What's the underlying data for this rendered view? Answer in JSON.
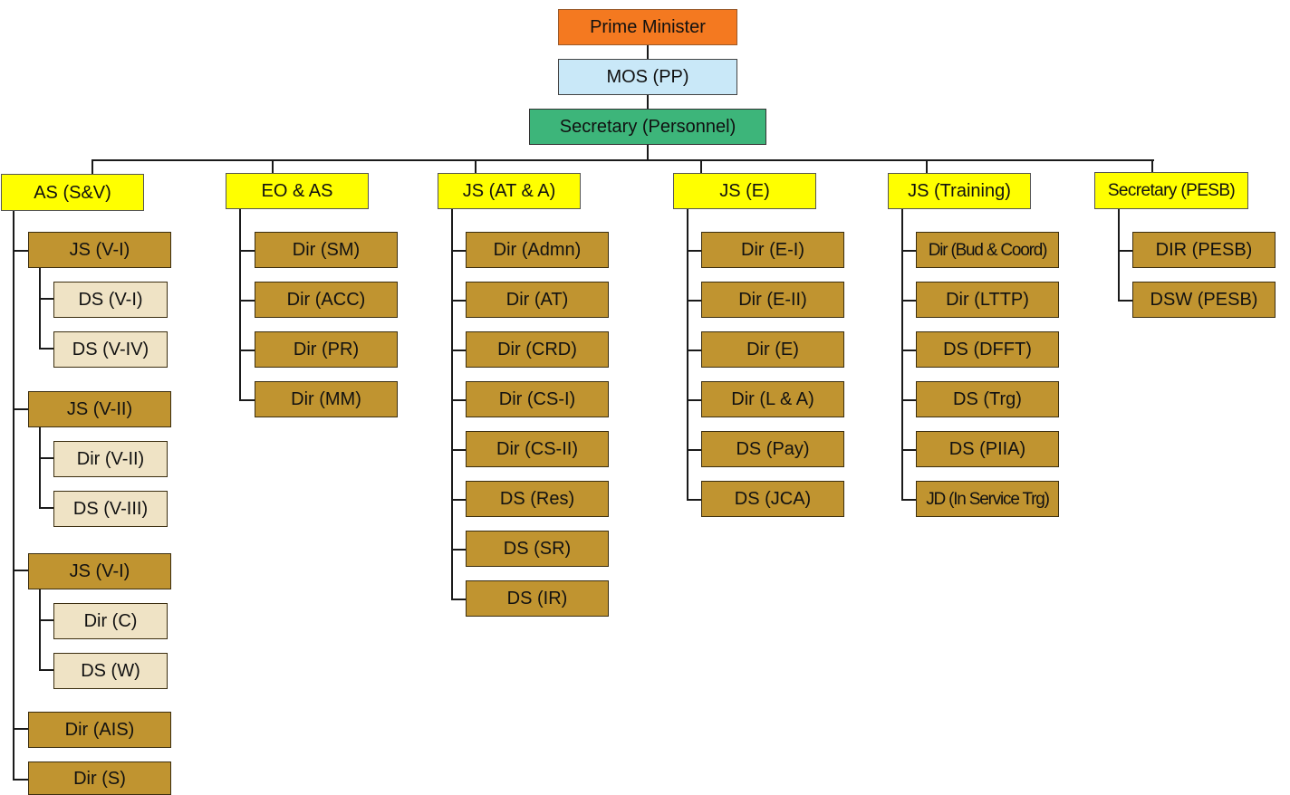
{
  "org": {
    "pm": "Prime Minister",
    "mos": "MOS (PP)",
    "secretary": "Secretary (Personnel)",
    "divisions": [
      {
        "head": "AS (S&V)",
        "units": [
          {
            "label": "JS (V-I)",
            "subs": [
              "DS (V-I)",
              "DS (V-IV)"
            ]
          },
          {
            "label": "JS (V-II)",
            "subs": [
              "Dir (V-II)",
              "DS (V-III)"
            ]
          },
          {
            "label": "JS (V-I)",
            "subs": [
              "Dir (C)",
              "DS (W)"
            ]
          },
          {
            "label": "Dir (AIS)",
            "subs": []
          },
          {
            "label": "Dir (S)",
            "subs": []
          }
        ]
      },
      {
        "head": "EO & AS",
        "units": [
          {
            "label": "Dir (SM)",
            "subs": []
          },
          {
            "label": "Dir (ACC)",
            "subs": []
          },
          {
            "label": "Dir (PR)",
            "subs": []
          },
          {
            "label": "Dir (MM)",
            "subs": []
          }
        ]
      },
      {
        "head": "JS (AT & A)",
        "units": [
          {
            "label": "Dir (Admn)",
            "subs": []
          },
          {
            "label": "Dir (AT)",
            "subs": []
          },
          {
            "label": "Dir (CRD)",
            "subs": []
          },
          {
            "label": "Dir (CS-I)",
            "subs": []
          },
          {
            "label": "Dir (CS-II)",
            "subs": []
          },
          {
            "label": "DS (Res)",
            "subs": []
          },
          {
            "label": "DS (SR)",
            "subs": []
          },
          {
            "label": "DS (IR)",
            "subs": []
          }
        ]
      },
      {
        "head": "JS (E)",
        "units": [
          {
            "label": "Dir (E-I)",
            "subs": []
          },
          {
            "label": "Dir (E-II)",
            "subs": []
          },
          {
            "label": "Dir (E)",
            "subs": []
          },
          {
            "label": "Dir (L & A)",
            "subs": []
          },
          {
            "label": "DS (Pay)",
            "subs": []
          },
          {
            "label": "DS (JCA)",
            "subs": []
          }
        ]
      },
      {
        "head": "JS (Training)",
        "units": [
          {
            "label": "Dir (Bud & Coord)",
            "subs": []
          },
          {
            "label": "Dir (LTTP)",
            "subs": []
          },
          {
            "label": "DS (DFFT)",
            "subs": []
          },
          {
            "label": "DS (Trg)",
            "subs": []
          },
          {
            "label": "DS (PIIA)",
            "subs": []
          },
          {
            "label": "JD (In Service Trg)",
            "subs": []
          }
        ]
      },
      {
        "head": "Secretary (PESB)",
        "units": [
          {
            "label": "DIR (PESB)",
            "subs": []
          },
          {
            "label": "DSW (PESB)",
            "subs": []
          }
        ]
      }
    ]
  },
  "colors": {
    "pm": "#f47920",
    "mos": "#c9e8f8",
    "secretary": "#3db57a",
    "division_head": "#ffff00",
    "unit": "#c09430",
    "sub_unit": "#efe3c5",
    "connector": "#1a1a1a"
  }
}
